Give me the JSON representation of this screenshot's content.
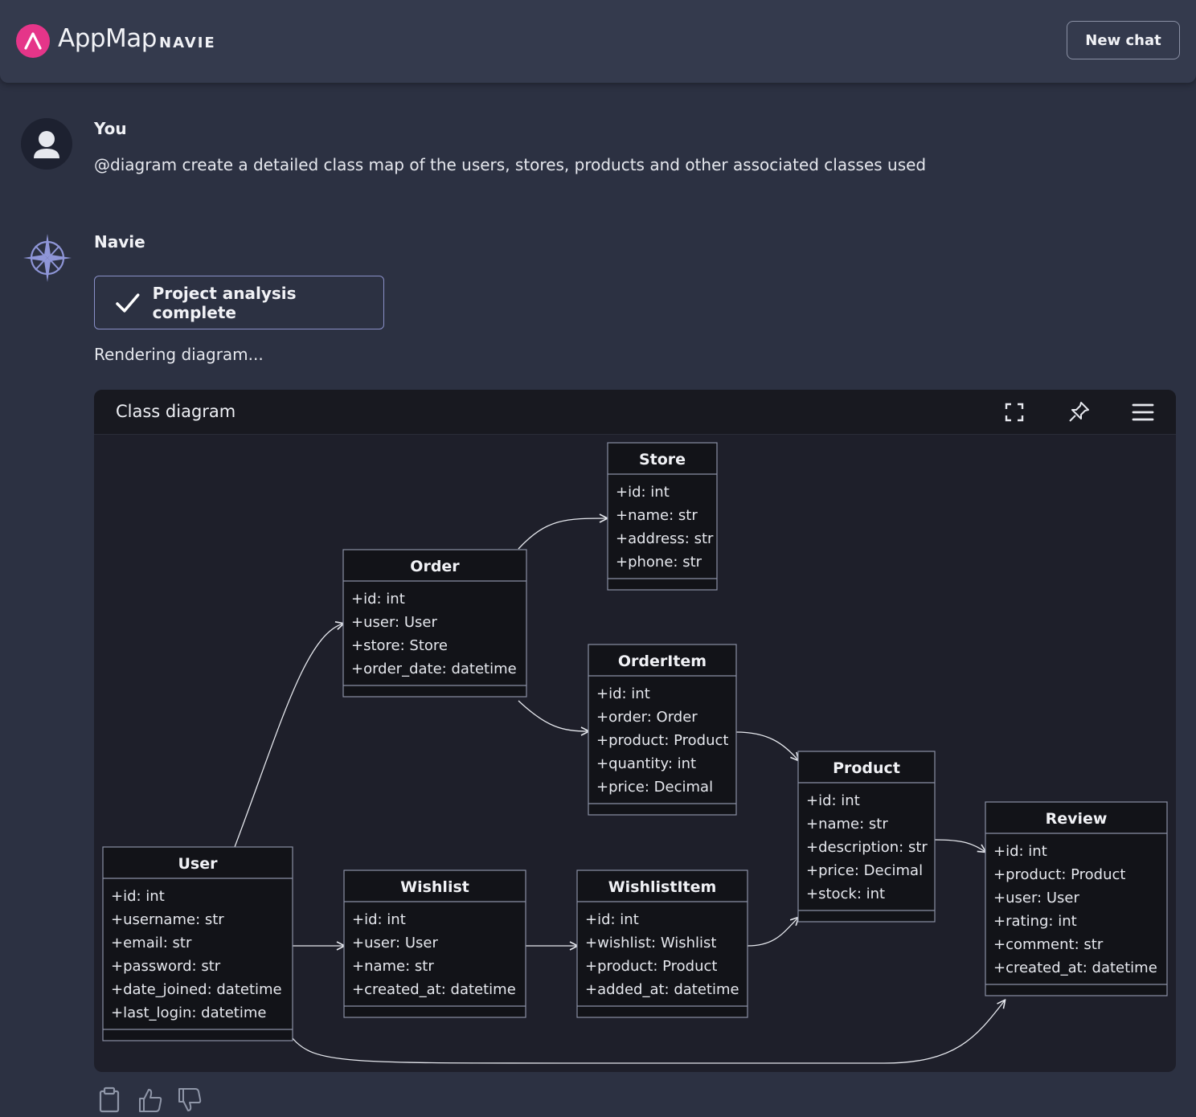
{
  "header": {
    "brand": "AppMap",
    "brand_sub": "NAVIE",
    "new_chat_label": "New chat"
  },
  "user_message": {
    "sender": "You",
    "text": "@diagram create a detailed class map of the users, stores, products and other associated classes used"
  },
  "assistant_message": {
    "sender": "Navie",
    "status": "Project analysis complete",
    "rendering_text": "Rendering diagram..."
  },
  "diagram": {
    "title": "Class diagram",
    "toolbar_icons": [
      "fullscreen-icon",
      "pin-icon",
      "menu-icon"
    ],
    "classes": [
      {
        "name": "Store",
        "attributes": [
          "+id: int",
          "+name: str",
          "+address: str",
          "+phone: str"
        ]
      },
      {
        "name": "Order",
        "attributes": [
          "+id: int",
          "+user: User",
          "+store: Store",
          "+order_date: datetime"
        ]
      },
      {
        "name": "OrderItem",
        "attributes": [
          "+id: int",
          "+order: Order",
          "+product: Product",
          "+quantity: int",
          "+price: Decimal"
        ]
      },
      {
        "name": "Product",
        "attributes": [
          "+id: int",
          "+name: str",
          "+description: str",
          "+price: Decimal",
          "+stock: int"
        ]
      },
      {
        "name": "Review",
        "attributes": [
          "+id: int",
          "+product: Product",
          "+user: User",
          "+rating: int",
          "+comment: str",
          "+created_at: datetime"
        ]
      },
      {
        "name": "User",
        "attributes": [
          "+id: int",
          "+username: str",
          "+email: str",
          "+password: str",
          "+date_joined: datetime",
          "+last_login: datetime"
        ]
      },
      {
        "name": "Wishlist",
        "attributes": [
          "+id: int",
          "+user: User",
          "+name: str",
          "+created_at: datetime"
        ]
      },
      {
        "name": "WishlistItem",
        "attributes": [
          "+id: int",
          "+wishlist: Wishlist",
          "+product: Product",
          "+added_at: datetime"
        ]
      }
    ]
  },
  "feedback_icons": [
    "clipboard-icon",
    "thumbs-up-icon",
    "thumbs-down-icon"
  ],
  "colors": {
    "background": "#2c3142",
    "header": "#343a4d",
    "brand_accent": "#e53589",
    "diagram_bg": "#1e1f2a",
    "class_box": "#121318",
    "navie_icon": "#8f96d8"
  }
}
